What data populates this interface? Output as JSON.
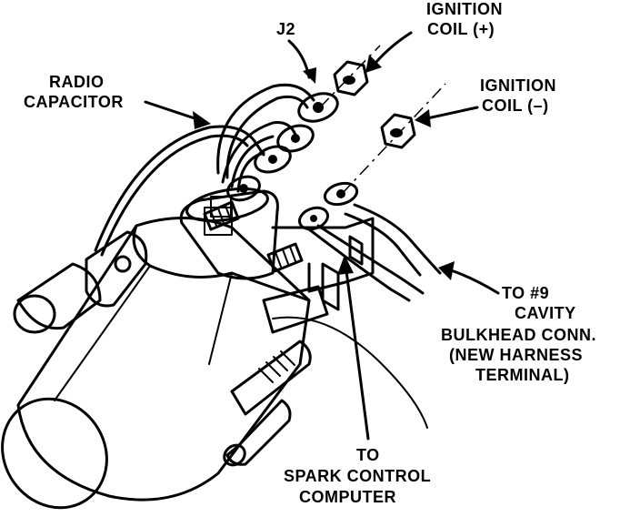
{
  "labels": {
    "j2": "J2",
    "ignition_coil_pos_1": "IGNITION",
    "ignition_coil_pos_2": "COIL (+)",
    "ignition_coil_neg_1": "IGNITION",
    "ignition_coil_neg_2": "COIL (–)",
    "radio_capacitor_1": "RADIO",
    "radio_capacitor_2": "CAPACITOR",
    "to9_1": "TO #9",
    "to9_2": "CAVITY",
    "to9_3": "BULKHEAD CONN.",
    "to9_4": "(NEW HARNESS",
    "to9_5": "TERMINAL)",
    "spark_1": "TO",
    "spark_2": "SPARK CONTROL",
    "spark_3": "COMPUTER"
  }
}
